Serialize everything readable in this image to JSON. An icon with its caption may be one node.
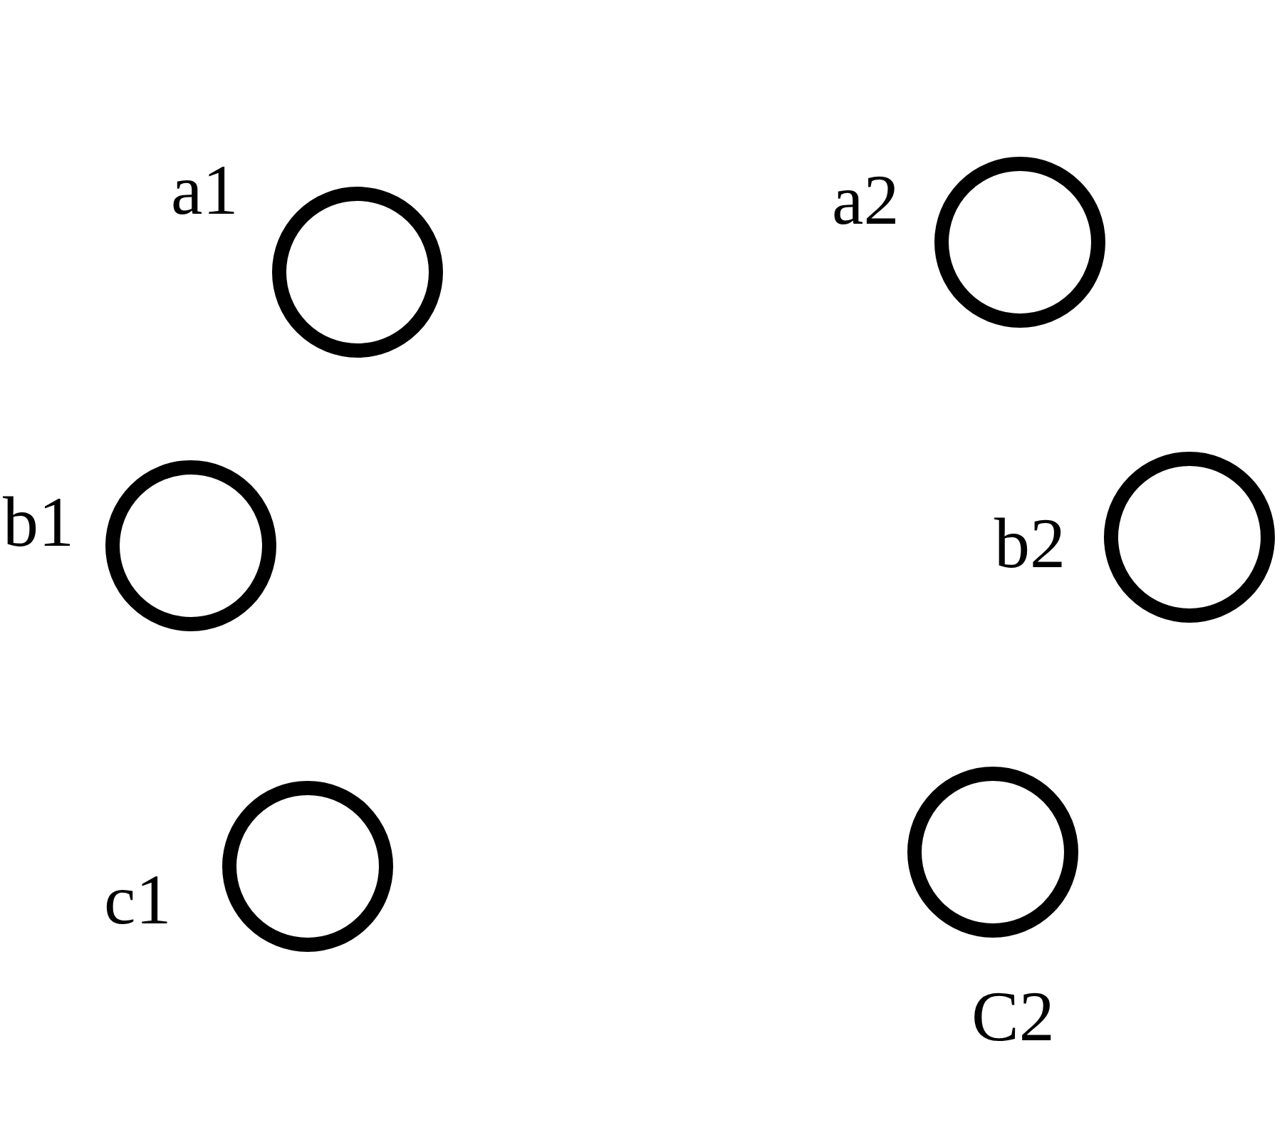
{
  "diagram": {
    "nodes": [
      {
        "text": [],
        "shape": "circle",
        "beside": [
          "a1"
        ]
      },
      {
        "text": [],
        "shape": "circle",
        "beside": [
          "a2"
        ]
      },
      {
        "text": [],
        "shape": "circle",
        "beside": [
          "b1"
        ]
      },
      {
        "text": [],
        "shape": "circle",
        "beside": [
          "b2"
        ]
      },
      {
        "text": [],
        "shape": "circle",
        "beside": [
          "c1"
        ]
      },
      {
        "text": [],
        "shape": "circle",
        "beside": [
          "C2"
        ]
      }
    ]
  }
}
